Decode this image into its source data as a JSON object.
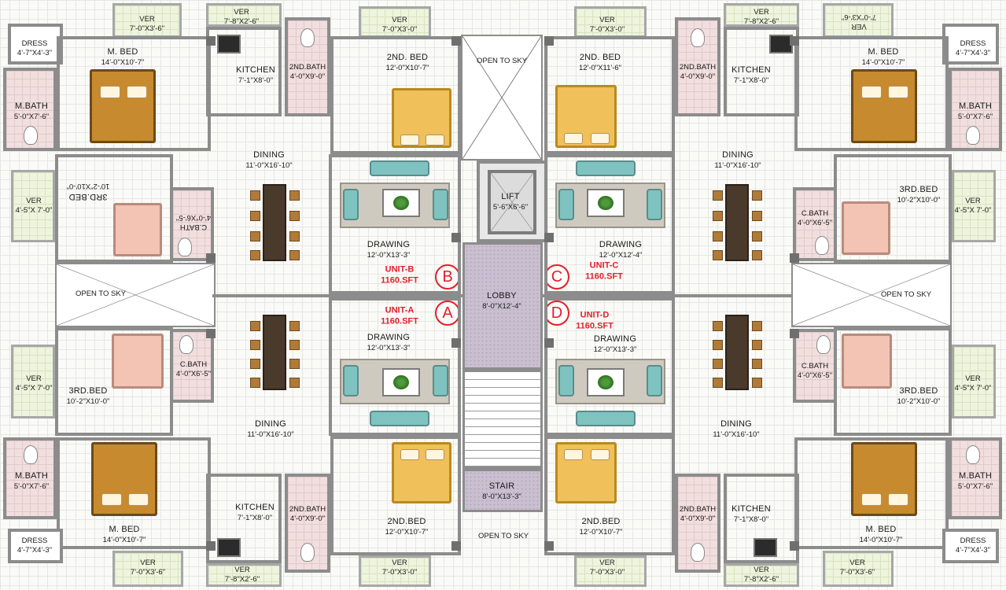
{
  "central": {
    "open_to_sky_top": "OPEN TO SKY",
    "open_to_sky_bottom": "OPEN TO SKY",
    "lift": {
      "name": "LIFT",
      "dim": "5'-6\"X6'-6\""
    },
    "lobby": {
      "name": "LOBBY",
      "dim": "8'-0\"X12'-4\""
    },
    "stair": {
      "name": "STAIR",
      "dim": "8'-0\"X13'-3\""
    }
  },
  "side_voids": {
    "left": "OPEN TO SKY",
    "right": "OPEN TO SKY"
  },
  "units": {
    "A": {
      "letter": "A",
      "name": "UNIT-A",
      "area": "1160.SFT"
    },
    "B": {
      "letter": "B",
      "name": "UNIT-B",
      "area": "1160.SFT"
    },
    "C": {
      "letter": "C",
      "name": "UNIT-C",
      "area": "1160.SFT"
    },
    "D": {
      "letter": "D",
      "name": "UNIT-D",
      "area": "1160.SFT"
    }
  },
  "rooms": {
    "b_ver_top": {
      "name": "VER",
      "dim": "7'-0\"X3'-6\""
    },
    "b_ver_kitchen": {
      "name": "VER",
      "dim": "7'-8\"X2'-6\""
    },
    "b_ver_2bed": {
      "name": "VER",
      "dim": "7'-0\"X3'-0\""
    },
    "b_dress": {
      "name": "DRESS",
      "dim": "4'-7\"X4'-3\""
    },
    "b_mbed": {
      "name": "M. BED",
      "dim": "14'-0\"X10'-7\""
    },
    "b_kitchen": {
      "name": "KITCHEN",
      "dim": "7'-1\"X8'-0\""
    },
    "b_2bath": {
      "name": "2ND.BATH",
      "dim": "4'-0\"X9'-0\""
    },
    "b_2bed": {
      "name": "2ND. BED",
      "dim": "12'-0\"X10'-7\""
    },
    "b_mbath": {
      "name": "M.BATH",
      "dim": "5'-0\"X7'-6\""
    },
    "b_dining": {
      "name": "DINING",
      "dim": "11'-0\"X16'-10\""
    },
    "b_ver_side": {
      "name": "VER",
      "dim": "4'-5\"X 7'-0\""
    },
    "b_3bed": {
      "name": "3RD.BED",
      "dim": "10'-2\"X10'-0\""
    },
    "b_cbath": {
      "name": "C.BATH",
      "dim": "4'-0\"X6'-5\""
    },
    "b_drawing": {
      "name": "DRAWING",
      "dim": "12'-0\"X13'-3\""
    },
    "c_ver_top": {
      "name": "VER",
      "dim": "7'-0\"X3'-6\""
    },
    "c_ver_kitchen": {
      "name": "VER",
      "dim": "7'-8\"X2'-6\""
    },
    "c_ver_2bed": {
      "name": "VER",
      "dim": "7'-0\"X3'-0\""
    },
    "c_dress": {
      "name": "DRESS",
      "dim": "4'-7\"X4'-3\""
    },
    "c_mbed": {
      "name": "M. BED",
      "dim": "14'-0\"X10'-7\""
    },
    "c_kitchen": {
      "name": "KITCHEN",
      "dim": "7'-1\"X8'-0\""
    },
    "c_2bath": {
      "name": "2ND.BATH",
      "dim": "4'-0\"X9'-0\""
    },
    "c_2bed": {
      "name": "2ND. BED",
      "dim": "12'-0\"X11'-6\""
    },
    "c_mbath": {
      "name": "M.BATH",
      "dim": "5'-0\"X7'-6\""
    },
    "c_dining": {
      "name": "DINING",
      "dim": "11'-0\"X16'-10\""
    },
    "c_ver_side": {
      "name": "VER",
      "dim": "4'-5\"X 7'-0\""
    },
    "c_3bed": {
      "name": "3RD.BED",
      "dim": "10'-2\"X10'-0\""
    },
    "c_cbath": {
      "name": "C.BATH",
      "dim": "4'-0\"X6'-5\""
    },
    "c_drawing": {
      "name": "DRAWING",
      "dim": "12'-0\"X12'-4\""
    },
    "a_ver_bottom": {
      "name": "VER",
      "dim": "7'-0\"X3'-6\""
    },
    "a_ver_kitchen": {
      "name": "VER",
      "dim": "7'-8\"X2'-6\""
    },
    "a_ver_2bed": {
      "name": "VER",
      "dim": "7'-0\"X3'-0\""
    },
    "a_dress": {
      "name": "DRESS",
      "dim": "4'-7\"X4'-3\""
    },
    "a_mbed": {
      "name": "M. BED",
      "dim": "14'-0\"X10'-7\""
    },
    "a_kitchen": {
      "name": "KITCHEN",
      "dim": "7'-1\"X8'-0\""
    },
    "a_2bath": {
      "name": "2ND.BATH",
      "dim": "4'-0\"X9'-0\""
    },
    "a_2bed": {
      "name": "2ND.BED",
      "dim": "12'-0\"X10'-7\""
    },
    "a_mbath": {
      "name": "M.BATH",
      "dim": "5'-0\"X7'-6\""
    },
    "a_dining": {
      "name": "DINING",
      "dim": "11'-0\"X16'-10\""
    },
    "a_ver_side": {
      "name": "VER",
      "dim": "4'-5\"X 7'-0\""
    },
    "a_3bed": {
      "name": "3RD.BED",
      "dim": "10'-2\"X10'-0\""
    },
    "a_cbath": {
      "name": "C.BATH",
      "dim": "4'-0\"X6'-5\""
    },
    "a_drawing": {
      "name": "DRAWING",
      "dim": "12'-0\"X13'-3\""
    },
    "d_ver_bottom": {
      "name": "VER",
      "dim": "7'-0\"X3'-6\""
    },
    "d_ver_kitchen": {
      "name": "VER",
      "dim": "7'-8\"X2'-6\""
    },
    "d_ver_2bed": {
      "name": "VER",
      "dim": "7'-0\"X3'-0\""
    },
    "d_dress": {
      "name": "DRESS",
      "dim": "4'-7\"X4'-3\""
    },
    "d_mbed": {
      "name": "M. BED",
      "dim": "14'-0\"X10'-7\""
    },
    "d_kitchen": {
      "name": "KITCHEN",
      "dim": "7'-1\"X8'-0\""
    },
    "d_2bath": {
      "name": "2ND.BATH",
      "dim": "4'-0\"X9'-0\""
    },
    "d_2bed": {
      "name": "2ND.BED",
      "dim": "12'-0\"X10'-7\""
    },
    "d_mbath": {
      "name": "M.BATH",
      "dim": "5'-0\"X7'-6\""
    },
    "d_dining": {
      "name": "DINING",
      "dim": "11'-0\"X16'-10\""
    },
    "d_ver_side": {
      "name": "VER",
      "dim": "4'-5\"X 7'-0\""
    },
    "d_3bed": {
      "name": "3RD.BED",
      "dim": "10'-2\"X10'-0\""
    },
    "d_cbath": {
      "name": "C.BATH",
      "dim": "4'-0\"X6'-5\""
    },
    "d_drawing": {
      "name": "DRAWING",
      "dim": "12'-0\"X13'-3\""
    }
  },
  "colors": {
    "unit_label": "#e2202a",
    "wall": "#8c8c8c",
    "verandah": "#eef4dd",
    "wet_area": "#f1dede",
    "lobby": "#c9bfd0"
  }
}
